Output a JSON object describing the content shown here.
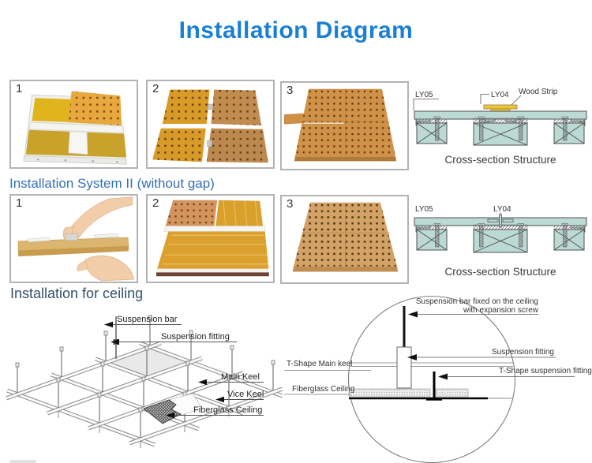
{
  "title": "Installation Diagram",
  "colors": {
    "title_blue": "#1b7fd4",
    "section_blue": "#3470b2",
    "section_navy": "#33506e",
    "cross_section_teal": "#bcdad4",
    "wood_strip_yellow": "#ecc53a",
    "panel_yellow": "#e0b41c",
    "panel_perforated_tan": "#c89055"
  },
  "system1": {
    "steps": [
      "1",
      "2",
      "3"
    ]
  },
  "system2_heading": "Installation System II (without gap)",
  "system2": {
    "steps": [
      "1",
      "2",
      "3"
    ]
  },
  "cross_section_1": {
    "ly05": "LY05",
    "ly04": "LY04",
    "wood_strip": "Wood Strip",
    "caption": "Cross-section Structure"
  },
  "cross_section_2": {
    "ly05": "LY05",
    "ly04": "LY04",
    "caption": "Cross-section Structure"
  },
  "ceiling_heading": "Installation for ceiling",
  "ceiling_grid": {
    "suspension_bar": "Suspension bar",
    "suspension_fitting": "Suspension fitting",
    "main_keel": "Main Keel",
    "vice_keel": "Vice Keel",
    "fiberglass_ceiling": "Fiberglass Ceiling"
  },
  "ceiling_detail": {
    "suspension_bar_line1": "Suspension bar fixed on the ceiling",
    "suspension_bar_line2": "with expansion screw",
    "suspension_fitting": "Suspension fitting",
    "t_main_keel": "T-Shape Main keel",
    "t_suspension_fitting": "T-Shape suspension fitting",
    "fiberglass_ceiling": "Fiberglass Ceiling"
  }
}
